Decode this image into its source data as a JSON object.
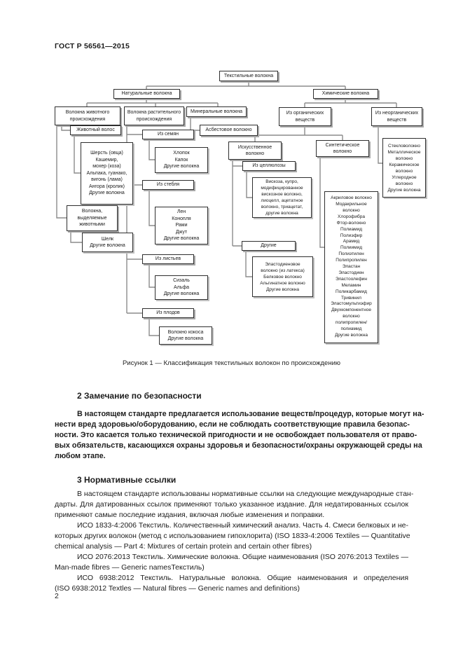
{
  "page": {
    "header": "ГОСТ Р 56561—2015",
    "page_number": "2"
  },
  "figure": {
    "caption": "Рисунок 1 — Классификация текстильных волокон по происхождению",
    "nodes": {
      "root": "Текстильные волокна",
      "natural": "Натуральные волокна",
      "chemical": "Химические волокна",
      "animal": "Волокна животного\nпроисхождения",
      "plant": "Волокна растительного\nпроисхождения",
      "mineral": "Минеральные волокна",
      "organic": "Из органических\nвеществ",
      "inorganic": "Из неорганических\nвеществ",
      "animal_hair": "Животный волос",
      "asbestos": "Асбестовое волокно",
      "seeds": "Из семян",
      "wool": "Шерсть (овца)\nКашемир,\nмохер (коза)\nАльпака, гуанако,\nвигонь (лама)\nАнгора (кролик)\nДругие волокна",
      "cotton": "Хлопок\nКапок\nДругие волокна",
      "artificial": "Искусственное\nволокно",
      "synthetic": "Синтетическое\nволокно",
      "inorganic_list": "Стекловолокно\nМеталлическое\nволокно\nКерамическое\nволокно\nУглеродное\nволокно\nДругие волокна",
      "cellulose": "Из целлюлозы",
      "viscose": "Вискоза, купро,\nмодифицированное\nвискозное волокно,\nлиоцелл, ацетатное\nволокно, триацетат,\nдругие волокна",
      "stem": "Из стебля",
      "excreted": "Волокна,\nвыделяемые\nживотными",
      "flax": "Лен\nКонопля\nРами\nДжут\nДругие волокна",
      "silk": "Шелк\nДругие волокна",
      "synthetic_list": "Акриловое волокно\nМодакрильное\nволокно\nХлорофибра\nФтор-волокно\nПолиамид\nПолиэфир\nАрамид\nПолиимид\nПолиэтилен\nПолипропилен\nЭластан\nЭластодиен\nЭластоолефин\nМеламин\nПоликарбамид\nТривинил\nЭластомультиэфир\nДвухкомпонентное\nволокно\nполипропилен/\nполиамид\nДругие волокна",
      "leaves": "Из листьев",
      "others": "Другие",
      "elastodiene": "Эластодиеновое\nволокно (из латекса)\nБелковое волокно\nАльгинатное волокно\nДругие волокна",
      "sisal": "Сизаль\nАльфа\nДругие волокна",
      "fruits": "Из плодов",
      "coconut": "Волокно кокоса\nДругие волокна"
    }
  },
  "sections": {
    "safety": {
      "title": "2 Замечание по безопасности",
      "para_lines": [
        "В настоящем стандарте предлагается использование веществ/процедур, которые могут на-",
        "нести вред здоровью/оборудованию, если не соблюдать соответствующие правила безопас-",
        "ности. Это касается только технической пригодности и не освобождает пользователя от право-",
        "вых обязательств, касающихся охраны здоровья и безопасности/охраны окружающей среды на",
        "любом этапе."
      ]
    },
    "references": {
      "title": "3 Нормативные ссылки",
      "p1_lines": [
        "В настоящем стандарте использованы нормативные ссылки на следующие международные стан-",
        "дарты. Для датированных ссылок применяют только указанное издание. Для недатированных ссылок",
        "применяют самые последние издания, включая любые изменения и поправки."
      ],
      "p2_lines": [
        "ИСО 1833-4:2006 Текстиль. Количественный химический анализ. Часть 4. Смеси белковых и не-",
        "которых других волокон (метод с использованием гипохлорита) (ISO 1833-4:2006 Textiles — Quantitative",
        "chemical analysis — Part 4: Mixtures of certain protein and certain other fibres)"
      ],
      "p3_lines": [
        "ИСО 2076:2013 Текстиль. Химические волокна. Общие наименования (ISO 2076:2013 Textiles —",
        "Man-made fibres — Generic namesТекстиль)"
      ],
      "p4_lines": [
        "ИСО 6938:2012 Текстиль. Натуральные волокна. Общие наименования и определения",
        "(ISO 6938:2012 Textles — Natural fibres — Generic names and definitions)"
      ]
    }
  }
}
